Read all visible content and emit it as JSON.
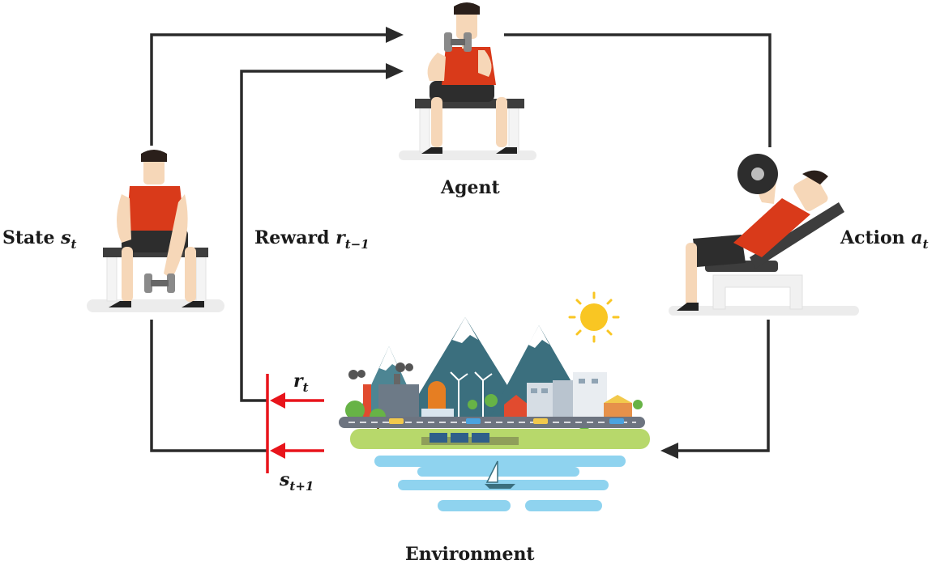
{
  "labels": {
    "agent": "Agent",
    "environment": "Environment",
    "state_word": "State",
    "state_var": "s",
    "state_sub": "t",
    "action_word": "Action",
    "action_var": "a",
    "action_sub": "t",
    "reward_word": "Reward",
    "reward_var": "r",
    "reward_sub": "t−1",
    "rt_var": "r",
    "rt_sub": "t",
    "snext_var": "s",
    "snext_sub": "t+1"
  },
  "colors": {
    "arrow": "#2b2b2b",
    "input_arrow": "#e8141b",
    "shirt": "#d93a1a",
    "skin": "#f6d7b8",
    "hair": "#2a1f1a",
    "shorts": "#2d2d2d",
    "bench": "#e9e9e9",
    "weight": "#777777",
    "sun": "#f9c623",
    "mountain": "#3b6f7e",
    "water": "#8fd3ef",
    "grass": "#b7d86b"
  },
  "icons": {
    "agent": "person-curling-dumbbell-icon",
    "state": "person-seated-dumbbell-icon",
    "action": "person-bench-press-icon",
    "environment": "city-landscape-icon"
  }
}
